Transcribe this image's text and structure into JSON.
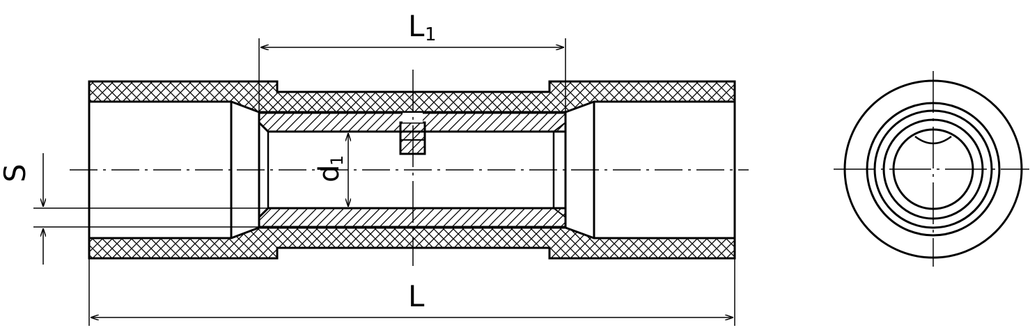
{
  "dimensions": {
    "overall_length": "L",
    "insert_length_main": "L",
    "insert_length_sub": "1",
    "inner_diameter_main": "d",
    "inner_diameter_sub": "1",
    "wall_thickness": "S"
  },
  "colors": {
    "line": "#000000",
    "background": "#ffffff"
  }
}
